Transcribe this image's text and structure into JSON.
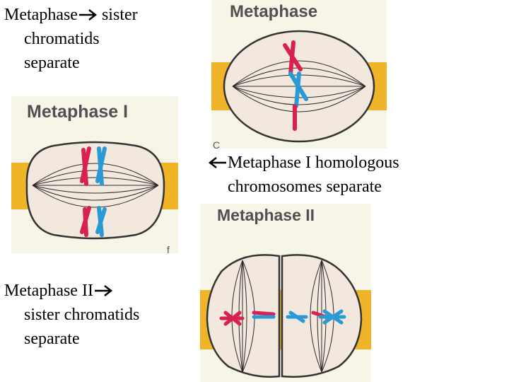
{
  "labels": {
    "metaphase_note": {
      "lead": "Metaphase",
      "rest": " sister",
      "line2": "chromatids",
      "line3": "separate"
    },
    "metaphase1_note": {
      "lead": "Metaphase I homologous",
      "line2": "chromosomes separate"
    },
    "metaphase2_note": {
      "lead": "Metaphase II",
      "line2": "sister chromatids",
      "line3": "separate"
    }
  },
  "panels": {
    "metaphase": {
      "title": "Metaphase",
      "footer_glyph": "C"
    },
    "metaphase_i": {
      "title": "Metaphase I",
      "footer_glyph": "f"
    },
    "metaphase_ii": {
      "title": "Metaphase II"
    }
  },
  "colors": {
    "cell_fill": "#f2e8de",
    "band": "#f0b429",
    "chromosome_red": "#d9204e",
    "chromosome_blue": "#2a9ad6",
    "spindle": "#2a2a2a"
  }
}
